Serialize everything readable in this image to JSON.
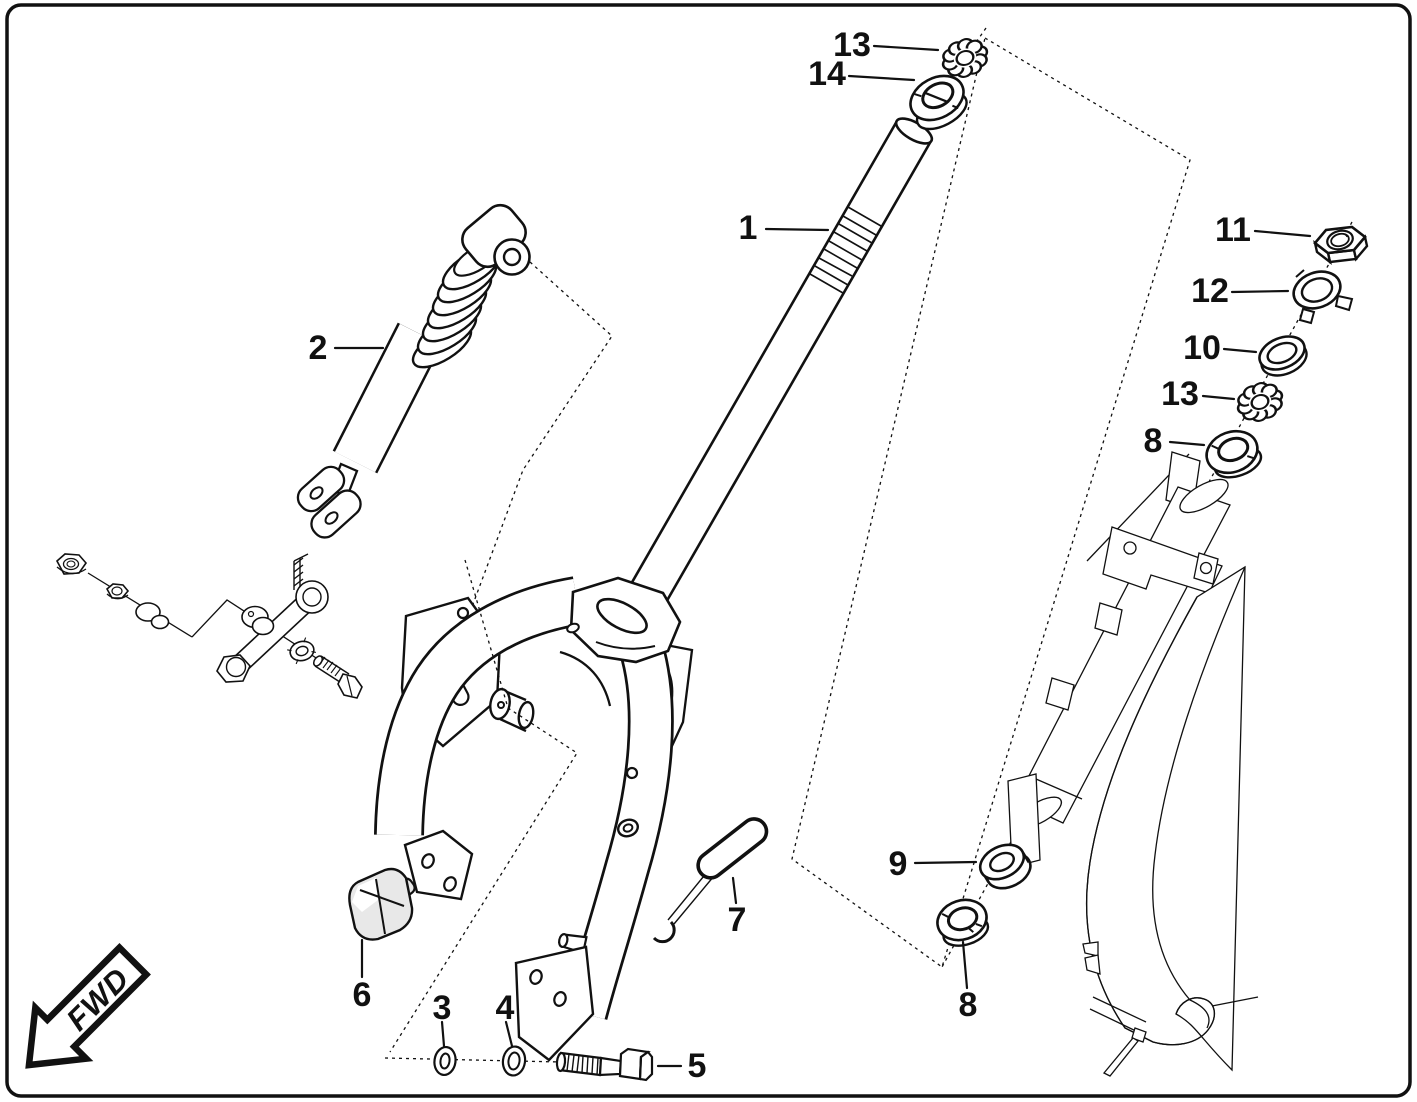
{
  "figure": {
    "kind": "exploded-parts-diagram",
    "fwd_badge": "FWD"
  },
  "colors": {
    "line": "#111111",
    "background": "#ffffff",
    "reflector_gray": "#e8e8e8"
  },
  "callouts": [
    {
      "id": "callout-1",
      "label": "1"
    },
    {
      "id": "callout-2",
      "label": "2"
    },
    {
      "id": "callout-3",
      "label": "3"
    },
    {
      "id": "callout-4",
      "label": "4"
    },
    {
      "id": "callout-5",
      "label": "5"
    },
    {
      "id": "callout-6",
      "label": "6"
    },
    {
      "id": "callout-7",
      "label": "7"
    },
    {
      "id": "callout-8-lower",
      "label": "8"
    },
    {
      "id": "callout-8-upper",
      "label": "8"
    },
    {
      "id": "callout-9",
      "label": "9"
    },
    {
      "id": "callout-10",
      "label": "10"
    },
    {
      "id": "callout-11",
      "label": "11"
    },
    {
      "id": "callout-12",
      "label": "12"
    },
    {
      "id": "callout-13-top",
      "label": "13"
    },
    {
      "id": "callout-13-right",
      "label": "13"
    },
    {
      "id": "callout-14",
      "label": "14"
    }
  ]
}
